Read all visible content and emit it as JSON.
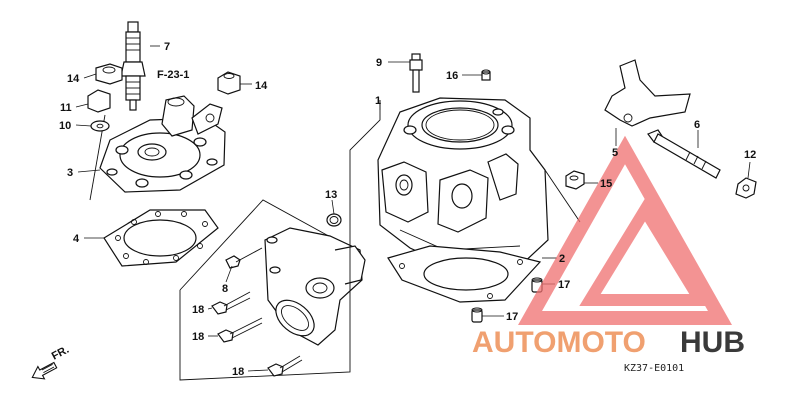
{
  "callouts": {
    "c1": "1",
    "c2": "2",
    "c3": "3",
    "c4": "4",
    "c5": "5",
    "c6": "6",
    "c7": "7",
    "c8": "8",
    "c9": "9",
    "c10": "10",
    "c11": "11",
    "c12": "12",
    "c13": "13",
    "c14a": "14",
    "c14b": "14",
    "c15": "15",
    "c16": "16",
    "c17a": "17",
    "c17b": "17",
    "c18a": "18",
    "c18b": "18",
    "c18c": "18"
  },
  "reference": "F-23-1",
  "direction_label": "FR.",
  "diagram_code": "KZ37-E0101",
  "watermark": {
    "part1": "AUTOMOTO",
    "part2": "HUB",
    "color1": "#f0a070",
    "color2": "#3a3a3a",
    "logo_color": "#f07070"
  }
}
